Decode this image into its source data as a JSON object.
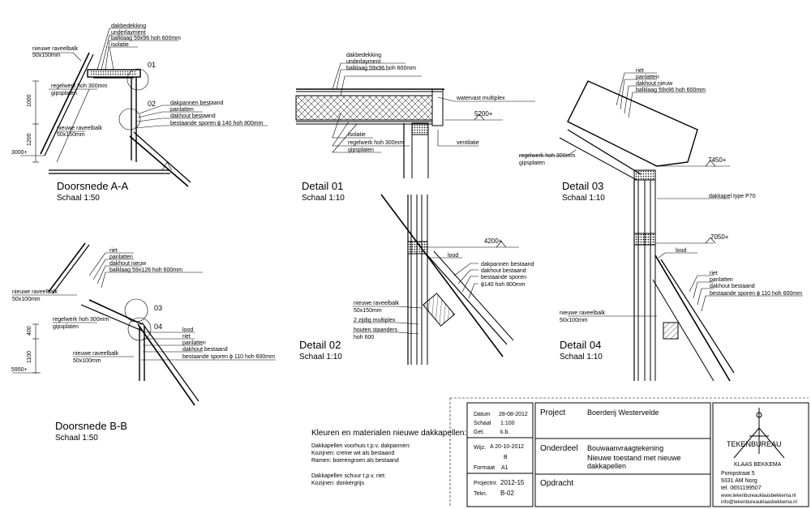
{
  "section_aa": {
    "title": "Doorsnede A-A",
    "scale": "Schaal 1:50",
    "labels": {
      "dakbedekking": "dakbedekking",
      "underlayment": "underlayment",
      "balklaag": "balklaag 59x96 hoh 600mm",
      "isolatie": "isolatie",
      "raveelbalk_top": "nieuwe raveelbalk",
      "raveelbalk_top_size": "50x150mm",
      "regelwerk": "regelwerk hoh 300mm",
      "gipsplaten": "gipsplaten",
      "raveelbalk_low": "nieuwe raveelbalk",
      "raveelbalk_low_size": "50x150mm",
      "dakpannen": "dakpannen bestaand",
      "panlatten": "panlatten",
      "dakhout": "dakhout bestaand",
      "sporen": "bestaande sporen ϕ 140 hoh 800mm",
      "dim_1000": "1000",
      "dim_1200": "1200",
      "level": "3000+",
      "callout_01": "01",
      "callout_02": "02"
    }
  },
  "section_bb": {
    "title": "Doorsnede B-B",
    "scale": "Schaal 1:50",
    "labels": {
      "riet": "riet",
      "panlatten": "panlatten",
      "dakhout_nieuw": "dakhout nieuw",
      "balklaag": "balklaag 59x126 hoh 600mm",
      "raveelbalk_top": "nieuwe raveelbalk",
      "raveelbalk_top_size": "50x100mm",
      "regelwerk": "regelwerk hoh 300mm",
      "gipsplaten": "gipsplaten",
      "lood": "lood",
      "riet2": "riet",
      "panlatten2": "panlatten",
      "dakhout_bestaand": "dakhout bestaand",
      "sporen": "bestaande sporen ϕ 110 hoh 600mm",
      "raveelbalk_low": "nieuwe raveelbalk",
      "raveelbalk_low_size": "50x100mm",
      "dim_400": "400",
      "dim_1100": "1100",
      "level": "5950+",
      "callout_03": "03",
      "callout_04": "04"
    }
  },
  "detail_01": {
    "title": "Detail 01",
    "scale": "Schaal 1:10",
    "labels": {
      "dakbedekking": "dakbedekking",
      "underlayment": "underlayment",
      "balklaag": "balklaag 59x96 hoh 600mm",
      "multiplex": "watervast multiplex",
      "level": "5200+",
      "isolatie": "isolatie",
      "regelwerk": "regelwerk hoh 300mm",
      "gipsplaten": "gipsplaten",
      "ventilatie": "ventilatie"
    }
  },
  "detail_02": {
    "title": "Detail 02",
    "scale": "Schaal 1:10",
    "labels": {
      "level": "4200+",
      "lood": "lood",
      "dakpannen": "dakpannen bestaand",
      "dakhout": "dakhout bestaand",
      "sporen": "bestaande sporen",
      "sporen2": "ϕ140 hoh 800mm",
      "raveelbalk": "nieuwe raveelbalk",
      "raveelbalk_size": "50x150mm",
      "multiplex": "2 zijdig multiplex",
      "staanders": "houten staanders",
      "staanders2": "hoh 600"
    }
  },
  "detail_03": {
    "title": "Detail 03",
    "scale": "Schaal 1:10",
    "labels": {
      "riet": "riet",
      "panlatten": "panlatten",
      "dakhout_nieuw": "dakhout nieuw",
      "balklaag": "balklaag 59x96 hoh 600mm",
      "regelwerk": "regelwerk hoh 300mm",
      "gipsplaten": "gipsplaten",
      "level": "7450+",
      "dakkapel": "dakkapel type P70"
    }
  },
  "detail_04": {
    "title": "Detail 04",
    "scale": "Schaal 1:10",
    "labels": {
      "level": "7050+",
      "lood": "lood",
      "riet": "riet",
      "panlatten": "panlatten",
      "dakhout": "dakhout bestaand",
      "sporen": "bestaande sporen ϕ 110 hoh 600mm",
      "raveelbalk": "nieuwe raveelbalk",
      "raveelbalk_size": "50x100mm"
    }
  },
  "materials": {
    "heading": "Kleuren en materialen nieuwe dakkapellen:",
    "lines": [
      "Dakkapellen voorhuis t.p.v. dakpannen:",
      "Kozijnen:  creme wit als bestaand",
      "Ramen:     boerengroen als bestaand",
      "Dakkapellen schuur t.p.v. riet:",
      "Kozijnen:  donkergrijs"
    ]
  },
  "titleblock": {
    "datum_label": "Datum",
    "datum": "28-08-2012",
    "schaal_label": "Schaal",
    "schaal": "1:100",
    "get_label": "Get.",
    "get": "k.b.",
    "wijz_label": "Wijz.",
    "wijz_a": "A  20-10-2012",
    "wijz_b": "B",
    "formaat_label": "Formaat",
    "formaat": "A1",
    "projectnr_label": "Projectnr.",
    "projectnr": "2012-15",
    "tekn_label": "Tekn.",
    "tekn": "B-02",
    "project_label": "Project",
    "project": "Boerderij Westervelde",
    "onderdeel_label": "Onderdeel",
    "onderdeel": "Bouwaanvraagtekening",
    "onderdeel2": "Nieuwe toestand met nieuwe",
    "onderdeel3": "dakkapellen",
    "opdracht_label": "Opdracht",
    "firm": "TEKENBUREAU",
    "firm2": "KLAAS BEKKEMA",
    "addr1": "Pompstraat 5",
    "addr2": "9331 AM Norg",
    "tel": "tel. 0651199507",
    "web": "www.tekenbureauklaasbekkema.nl",
    "mail": "info@tekenbureauklaasbekkema.nl"
  }
}
